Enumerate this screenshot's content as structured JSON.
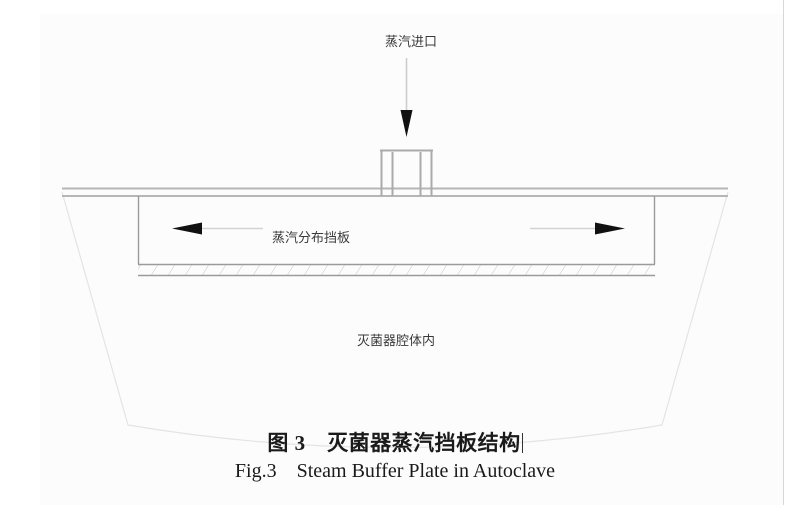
{
  "figure": {
    "type": "technical-schematic",
    "subject": "autoclave steam buffer plate",
    "labels": {
      "steam_inlet": "蒸汽进口",
      "steam_distribution_baffle": "蒸汽分布挡板",
      "inside_sterilizer_chamber": "灭菌器腔体内"
    },
    "caption": {
      "cn": "图 3　灭菌器蒸汽挡板结构",
      "en": "Fig.3    Steam Buffer Plate in Autoclave"
    },
    "colors": {
      "line": "#b4b4b4",
      "line_dark": "#8c8c8c",
      "chamber_curve": "#e2e2e2",
      "arrow": "#111111",
      "text": "#3a3a3a",
      "caption_text": "#1a1a1a",
      "background": "#ffffff"
    },
    "arrows": {
      "inlet_direction": "down",
      "left_flow_direction": "left",
      "right_flow_direction": "right"
    },
    "icons": {
      "inlet_arrow": "arrow-down-icon",
      "left_arrow": "arrow-left-icon",
      "right_arrow": "arrow-right-icon"
    }
  }
}
